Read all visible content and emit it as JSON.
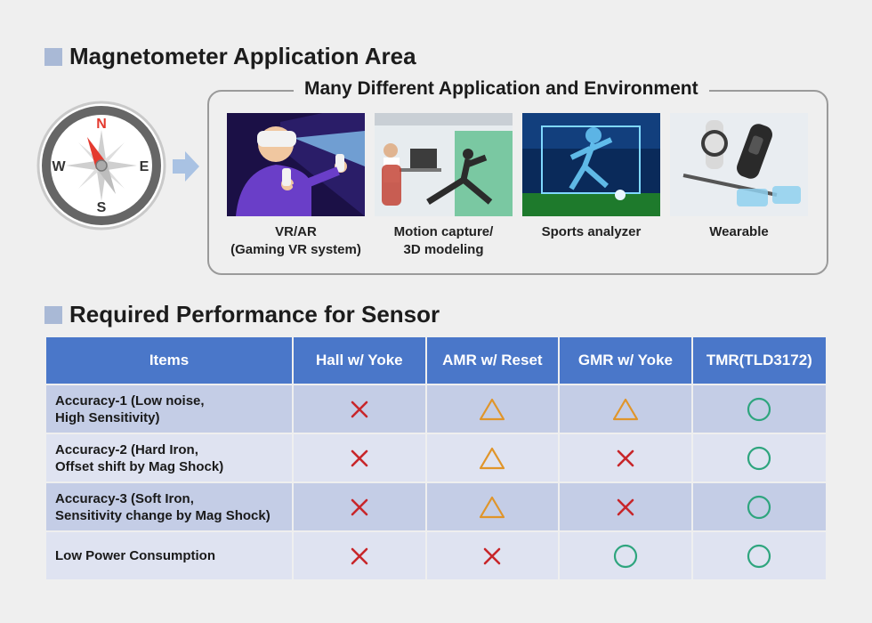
{
  "sections": {
    "application_title": "Magnetometer Application Area",
    "performance_title": "Required Performance for Sensor"
  },
  "compass": {
    "north": "N",
    "south": "S",
    "east": "E",
    "west": "W"
  },
  "applications": {
    "box_title": "Many Different Application and Environment",
    "items": [
      {
        "label": "VR/AR\n(Gaming VR system)",
        "icon": "vr-headset-user"
      },
      {
        "label": "Motion capture/\n3D modeling",
        "icon": "motion-capture"
      },
      {
        "label": "Sports analyzer",
        "icon": "sports-analyzer"
      },
      {
        "label": "Wearable",
        "icon": "smart-wearables"
      }
    ]
  },
  "table": {
    "headers": [
      "Items",
      "Hall w/ Yoke",
      "AMR w/ Reset",
      "GMR w/ Yoke",
      "TMR(TLD3172)"
    ],
    "rows": [
      {
        "item": "Accuracy-1 (Low noise,\nHigh Sensitivity)",
        "marks": [
          "cross",
          "triangle",
          "triangle",
          "circle"
        ]
      },
      {
        "item": "Accuracy-2 (Hard Iron,\nOffset shift by Mag Shock)",
        "marks": [
          "cross",
          "triangle",
          "cross",
          "circle"
        ]
      },
      {
        "item": "Accuracy-3 (Soft Iron,\nSensitivity change by Mag Shock)",
        "marks": [
          "cross",
          "triangle",
          "cross",
          "circle"
        ]
      },
      {
        "item": "Low Power Consumption",
        "marks": [
          "cross",
          "cross",
          "circle",
          "circle"
        ]
      }
    ]
  },
  "colors": {
    "header_blue": "#4a77c9",
    "row_odd": "#c4cde6",
    "row_even": "#dfe3f1",
    "cross": "#c8262a",
    "triangle": "#e0952a",
    "circle": "#2ea57e"
  }
}
